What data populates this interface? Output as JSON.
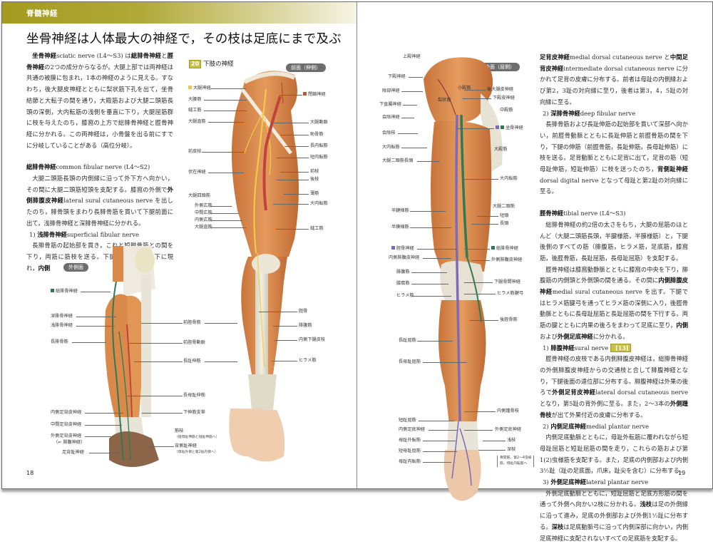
{
  "left_page": {
    "chapter_label": "脊髄神経",
    "title": "坐骨神経は人体最大の神経で，その枝は足底にまで及ぶ",
    "page_number": "18",
    "paragraphs": {
      "sciatic": {
        "term": "坐骨神経",
        "rest": "sciatic nerve (L4～S3) は",
        "bold1": "総腓骨神経",
        "mid1": "と",
        "bold2": "脛骨神経",
        "body": "の2つの成分からなるが，大腿上部では両神経は共通の被膜に包まれ，1本の神経のように見える。すなわち，後大腿皮神経とともに梨状筋下孔を出て，坐骨結節と大転子の間を通り，大殿筋および大腿二頭筋長頭の深側，大内転筋の浅側を垂直に下り，大腿屈筋群に枝を与えたのち，膝窩の上方で総腓骨神経と脛骨神経に分かれる。この両神経は，小骨盤を出る前にすでに分岐していることがある（高位分岐）。"
      },
      "common_fibular": {
        "term": "総腓骨神経",
        "heading_rest": "common fibular nerve (L4～S2)",
        "body1": "大腿二頭筋長頭の内側縁に沿って外下方へ向かい，その間に大腿二頭筋短頭を支配する。膝窩の外側で",
        "bold": "外側腓腹皮神経",
        "body2": "lateral sural cutaneous nerve を出したのち，腓骨頭をまわり長腓骨筋を貫いて下腿前面に出て，浅腓骨神経と深腓骨神経に分かれる。"
      },
      "superficial_fibular": {
        "num": "1)",
        "term": "浅腓骨神経",
        "heading_rest": "superficial fibular nerve",
        "body": "長腓骨筋の起始部を貫き，これと短腓骨筋との間を下り，両筋に筋枝を送る。下腿の遠位部で皮下に現れ，",
        "bold_tail": "内側"
      }
    },
    "figure": {
      "number": "20",
      "title": "下肢の神経",
      "view_front": "前面（伸側）",
      "view_lateral": "外側面",
      "front_labels_left": [
        "大腿神経",
        "大腰筋",
        "縫工筋",
        "大腿直筋",
        "前皮枝",
        "伏在神経",
        "大腿四頭筋",
        "外側広筋",
        "中間広筋",
        "内側広筋",
        "大腿直筋"
      ],
      "front_labels_right": [
        "閉鎖神経",
        "大腿動脈",
        "恥骨筋",
        "長内転筋",
        "短内転筋",
        "前枝",
        "後枝",
        "薄筋",
        "大内転筋",
        "縫工筋",
        "脛骨",
        "腓腹筋",
        "内側下腿皮枝",
        "ヒラメ筋"
      ],
      "lateral_labels_left": [
        "総腓骨神経",
        "深腓骨神経",
        "浅腓骨神経",
        "長腓骨筋",
        "内側足背皮神経",
        "中間足背皮神経",
        "外側足背皮神経",
        "（⇐ 腓腹神経）",
        "足背趾神経"
      ],
      "lateral_labels_right": [
        "前脛骨筋",
        "前脛骨動脈",
        "長趾伸筋",
        "長母趾伸筋",
        "下伸筋支帯",
        "筋枝",
        "（短母趾伸筋と短趾伸筋へ）",
        "背側趾神経",
        "（母趾外側と第2趾内側へ）"
      ]
    }
  },
  "right_page": {
    "page_number": "19",
    "paragraphs": {
      "cont": {
        "bold1": "足背皮神経",
        "t1": "medial dorsal cutaneous nerve と",
        "bold2": "中間足背皮神経",
        "t2": "intermediate dorsal cutaneous nerve に分かれて足背の皮膚に分布する。前者は母趾の内側縁および第2，3趾の対向縁に至り，後者は第3，4，5趾の対向縁に至る。"
      },
      "deep_fibular": {
        "num": "2)",
        "term": "深腓骨神経",
        "heading_rest": "deep fibular nerve",
        "body1": "長腓骨筋および長趾伸筋の起始部を貫いて深部へ向かい，前脛骨動脈とともに長趾伸筋と前脛骨筋の間を下り，下腿の伸筋（前脛骨筋，長趾伸筋，長母趾伸筋）に枝を送る。足背動脈とともに足背に出て，足背の筋（短母趾伸筋，短趾伸筋）に枝を送ったのち，",
        "bold": "背側趾神経",
        "body2": "dorsal digital nerve となって母趾と第2趾の対向縁に至る。"
      },
      "tibial": {
        "term": "脛骨神経",
        "heading_rest": "tibial nerve (L4～S3)",
        "body1": "総腓骨神経の約2倍の太さをもち，大腿の屈筋のほとんど（大腿二頭筋長頭，半腱様筋，半膜様筋）と，下腿後側のすべての筋（腓腹筋，ヒラメ筋，足底筋，膝窩筋，後脛骨筋，長趾屈筋，長母趾屈筋）を支配する。",
        "body2a": "脛骨神経は膝窩動静脈とともに膝窩の中央を下り，腓腹筋の内側頭と外側頭の間を通る。その間に",
        "bold": "内側腓腹皮神経",
        "body2b": "medial sural cutaneous nerve を出す。下腿ではヒラメ筋腱弓を通ってヒラメ筋の深側に入り，後脛骨動脈とともに長母趾屈筋と長趾屈筋の間を下行する。両筋の腱とともに内果の後ろをまわって足底に至り，",
        "bold_a": "内側",
        "mid": "および",
        "bold_b": "外側足底神経",
        "tail": "に分かれる。"
      },
      "sural": {
        "num": "1)",
        "term": "腓腹神経",
        "heading_rest": "sural nerve",
        "ref": "[13]",
        "body1": "脛骨神経の皮枝である内側腓腹皮神経は，総腓骨神経の外側腓腹皮神経からの交通枝と合して腓腹神経となり，下腿後面の遠位部に分布する。腓腹神経は外果の後ろで",
        "bold1": "外側足背皮神経",
        "body2": "lateral dorsal cutaneous nerve となり，第5趾の背外側に至る。また，2～3本の",
        "bold2": "外側踵骨枝",
        "body3": "が出て外果付近の皮膚に分布する。"
      },
      "medial_plantar": {
        "num": "2)",
        "term": "内側足底神経",
        "heading_rest": "medial plantar nerve",
        "body": "内側足底動脈とともに，母趾外転筋に覆われながら短母趾屈筋と短趾屈筋の間を走り，これらの筋および第1(2)虫様筋を支配する。また，足底の内側部および内側3½趾（趾の足底面，爪床，趾尖を含む）に分布する。"
      },
      "lateral_plantar": {
        "num": "3)",
        "term": "外側足底神経",
        "heading_rest": "lateral plantar nerve",
        "body1": "外側足底動脈とともに，短趾屈筋と足底方形筋の間を通って外側へ向かい2枝に分かれる。",
        "bold1": "浅枝",
        "body2": "は足の外側縁に沿って進み，足底の外側部および外側1½趾に分布する。",
        "bold2": "深枝",
        "body3": "は足底動脈弓に沿って内側深部に向かい，内側足底神経に支配されないすべての足底筋を支配する。"
      }
    },
    "figure": {
      "view_posterior": "後面（屈側）",
      "labels_left": [
        "上殿神経",
        "下殿神経",
        "陰部神経",
        "下直腸神経",
        "会陰神経",
        "会陰枝",
        "大内転筋",
        "大腿二頭筋長頭",
        "半腱様筋",
        "半膜様筋",
        "脛骨神経",
        "内側腓腹皮神経",
        "腓腹筋",
        "膝窩筋",
        "ヒラメ筋",
        "長趾屈筋",
        "長母趾屈筋",
        "短趾屈筋",
        "内側足底神経",
        "母趾外転筋",
        "短母趾屈筋",
        "母趾内転筋"
      ],
      "labels_inner": [
        "小殿筋",
        "梨状筋"
      ],
      "labels_right": [
        "後大腿皮神経",
        "下殿皮神経",
        "中殿筋",
        "坐骨神経",
        "大殿筋",
        "大内転筋",
        "大腿二頭筋",
        "短頭",
        "長頭",
        "総腓骨神経",
        "外側腓腹皮神経",
        "下腿骨間神経",
        "ヒラメ筋腱弓",
        "後脛骨筋",
        "内側踵骨枝",
        "外側足底神経",
        "浅枝",
        "深枝"
      ],
      "deep_note_lines": [
        "骨間筋，第2～4虫様",
        "筋，母趾内転筋へ"
      ]
    }
  },
  "colors": {
    "band_start": "#a39a1e",
    "femoral_nerve": "#e8c85a",
    "obturator_nerve": "#b8573a",
    "common_fibular_nerve": "#2f7a55",
    "tibial_nerve": "#7b6bb8",
    "muscle": "#d98a4a",
    "bone": "#e9e4cf"
  }
}
